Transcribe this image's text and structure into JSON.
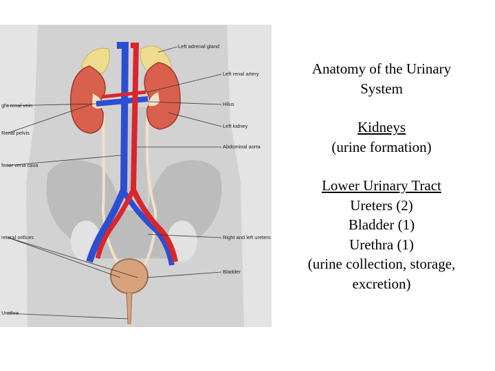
{
  "figure": {
    "labels": {
      "left_adrenal_gland": "Left adrenal gland",
      "left_renal_artery": "Left renal artery",
      "right_renal_vein": "ght renal vein",
      "hilus": "Hilus",
      "renal_pelvis": "Renal pelvis",
      "left_kidney": "Left kidney",
      "abdominal_aorta": "Abdominal aorta",
      "inferior_vena_cava": "ferior vena cava",
      "ureteral_orifices": "reteral orifices",
      "right_left_ureters": "Right and left ureters",
      "bladder": "Bladder",
      "urethra": "Urethra"
    },
    "colors": {
      "background": "#ffffff",
      "body_silhouette": "#d0d0d0",
      "bone": "#bdbdbd",
      "kidney": "#d9604c",
      "adrenal": "#f0dc8e",
      "artery": "#d9262c",
      "vein": "#2c4fd1",
      "ureter": "#f2e0c6",
      "bladder": "#d8a27d"
    }
  },
  "text_panel": {
    "title_line1": "Anatomy of the Urinary",
    "title_line2": "System",
    "kidneys_heading": "Kidneys",
    "kidneys_desc": "(urine formation)",
    "lower_heading": "Lower Urinary Tract",
    "ureters": "Ureters (2)",
    "bladder": "Bladder (1)",
    "urethra": "Urethra (1)",
    "lower_desc_line1": "(urine collection, storage,",
    "lower_desc_line2": "excretion)"
  }
}
